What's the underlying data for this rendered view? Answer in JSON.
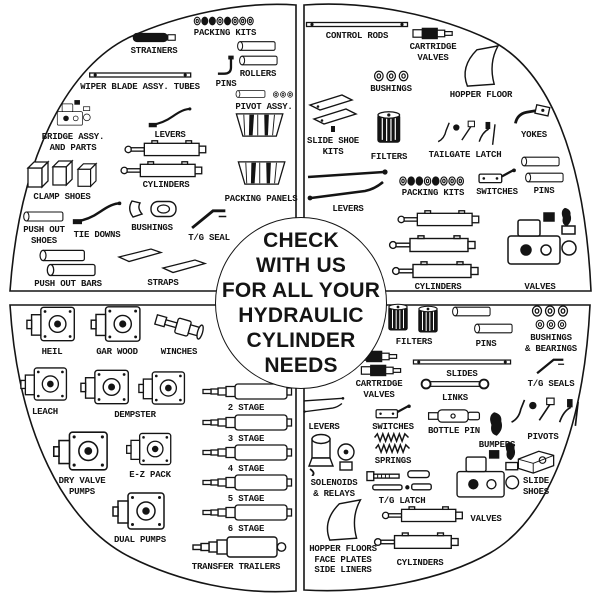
{
  "colors": {
    "ink": "#141414",
    "paper": "#ffffff"
  },
  "center": {
    "lines": [
      "CHECK",
      "WITH US",
      "FOR ALL YOUR",
      "HYDRAULIC",
      "CYLINDER",
      "NEEDS"
    ]
  },
  "quadrants": {
    "top_left": {
      "items": [
        {
          "label": "PACKING KITS"
        },
        {
          "label": "STRAINERS"
        },
        {
          "label": "ROLLERS"
        },
        {
          "label": "PINS"
        },
        {
          "label": "WIPER BLADE ASSY. TUBES"
        },
        {
          "label": "PIVOT ASSY."
        },
        {
          "label": "BRIDGE ASSY.\nAND PARTS"
        },
        {
          "label": "LEVERS"
        },
        {
          "label": "PACKING PANELS"
        },
        {
          "label": "CYLINDERS"
        },
        {
          "label": "CLAMP SHOES"
        },
        {
          "label": "TIE DOWNS"
        },
        {
          "label": "BUSHINGS"
        },
        {
          "label": "T/G SEAL"
        },
        {
          "label": "PUSH OUT\nSHOES"
        },
        {
          "label": "PUSH OUT BARS"
        },
        {
          "label": "STRAPS"
        }
      ]
    },
    "top_right": {
      "items": [
        {
          "label": "CONTROL RODS"
        },
        {
          "label": "CARTRIDGE\nVALVES"
        },
        {
          "label": "BUSHINGS"
        },
        {
          "label": "HOPPER FLOOR"
        },
        {
          "label": "SLIDE SHOE\nKITS"
        },
        {
          "label": "FILTERS"
        },
        {
          "label": "TAILGATE LATCH"
        },
        {
          "label": "YOKES"
        },
        {
          "label": "LEVERS"
        },
        {
          "label": "PACKING KITS"
        },
        {
          "label": "SWITCHES"
        },
        {
          "label": "PINS"
        },
        {
          "label": "CYLINDERS"
        },
        {
          "label": "VALVES"
        }
      ]
    },
    "bottom_left": {
      "items": [
        {
          "label": "HEIL"
        },
        {
          "label": "GAR WOOD"
        },
        {
          "label": "WINCHES"
        },
        {
          "label": "LEACH"
        },
        {
          "label": "DEMPSTER"
        },
        {
          "label": "DRY VALVE\nPUMPS"
        },
        {
          "label": "E-Z PACK"
        },
        {
          "label": "DUAL PUMPS"
        },
        {
          "label": "2 STAGE"
        },
        {
          "label": "3 STAGE"
        },
        {
          "label": "4 STAGE"
        },
        {
          "label": "5 STAGE"
        },
        {
          "label": "6 STAGE"
        },
        {
          "label": "TRANSFER TRAILERS"
        }
      ]
    },
    "bottom_right": {
      "items": [
        {
          "label": "FILTERS"
        },
        {
          "label": "PINS"
        },
        {
          "label": "BUSHINGS\n& BEARINGS"
        },
        {
          "label": "CARTRIDGE\nVALVES"
        },
        {
          "label": "SLIDES"
        },
        {
          "label": "T/G SEALS"
        },
        {
          "label": "LINKS"
        },
        {
          "label": "LEVERS"
        },
        {
          "label": "SWITCHES"
        },
        {
          "label": "BOTTLE PIN"
        },
        {
          "label": "BUMPERS"
        },
        {
          "label": "PIVOTS"
        },
        {
          "label": "SPRINGS"
        },
        {
          "label": "SOLENOIDS\n& RELAYS"
        },
        {
          "label": "T/G LATCH"
        },
        {
          "label": "VALVES"
        },
        {
          "label": "SLIDE\nSHOES"
        },
        {
          "label": "HOPPER FLOORS\nFACE PLATES\nSIDE LINERS"
        },
        {
          "label": "CYLINDERS"
        }
      ]
    }
  }
}
